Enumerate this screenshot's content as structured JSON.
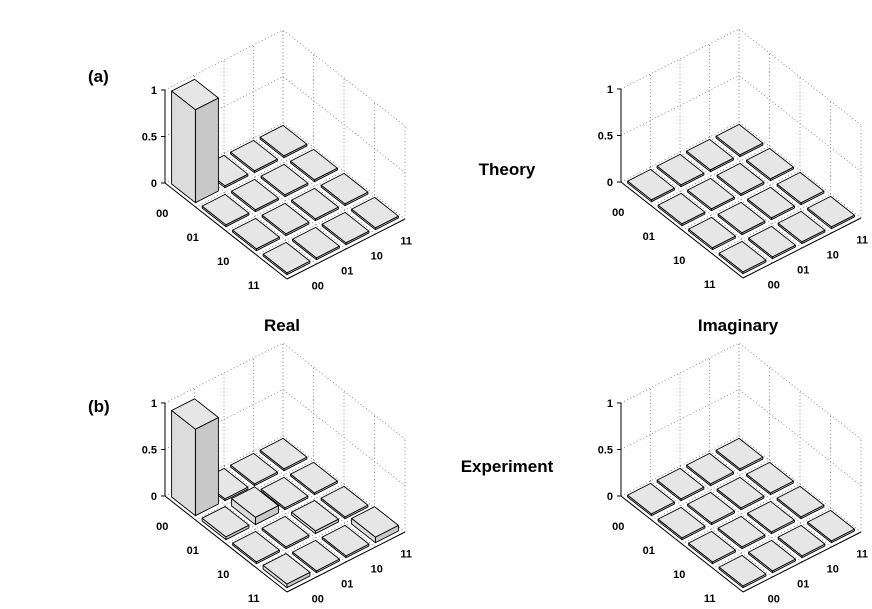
{
  "figure": {
    "panel_a_label": "(a)",
    "panel_b_label": "(b)",
    "row_a_title": "Theory",
    "row_b_title": "Experiment",
    "col_left_title": "Real",
    "col_right_title": "Imaginary"
  },
  "chart_data": [
    {
      "id": "theory-real",
      "type": "bar3d",
      "row_labels": [
        "00",
        "01",
        "10",
        "11"
      ],
      "col_labels": [
        "00",
        "01",
        "10",
        "11"
      ],
      "zlim": [
        0,
        1
      ],
      "z_ticks": [
        "0",
        "0.5",
        "1"
      ],
      "grid": true,
      "values": [
        [
          1,
          0,
          0,
          0
        ],
        [
          0,
          0,
          0,
          0
        ],
        [
          0,
          0,
          0,
          0
        ],
        [
          0,
          0,
          0,
          0
        ]
      ]
    },
    {
      "id": "theory-imaginary",
      "type": "bar3d",
      "row_labels": [
        "00",
        "01",
        "10",
        "11"
      ],
      "col_labels": [
        "00",
        "01",
        "10",
        "11"
      ],
      "zlim": [
        0,
        1
      ],
      "z_ticks": [
        "0",
        "0.5",
        "1"
      ],
      "grid": true,
      "values": [
        [
          0,
          0,
          0,
          0
        ],
        [
          0,
          0,
          0,
          0
        ],
        [
          0,
          0,
          0,
          0
        ],
        [
          0,
          0,
          0,
          0
        ]
      ]
    },
    {
      "id": "experiment-real",
      "type": "bar3d",
      "row_labels": [
        "00",
        "01",
        "10",
        "11"
      ],
      "col_labels": [
        "00",
        "01",
        "10",
        "11"
      ],
      "zlim": [
        0,
        1
      ],
      "z_ticks": [
        "0",
        "0.5",
        "1"
      ],
      "grid": true,
      "values": [
        [
          0.93,
          0.02,
          0.01,
          0.0
        ],
        [
          0.03,
          0.08,
          0.02,
          0.01
        ],
        [
          0.0,
          0.01,
          0.03,
          0.02
        ],
        [
          0.04,
          0.0,
          0.02,
          0.06
        ]
      ]
    },
    {
      "id": "experiment-imaginary",
      "type": "bar3d",
      "row_labels": [
        "00",
        "01",
        "10",
        "11"
      ],
      "col_labels": [
        "00",
        "01",
        "10",
        "11"
      ],
      "zlim": [
        0,
        1
      ],
      "z_ticks": [
        "0",
        "0.5",
        "1"
      ],
      "grid": true,
      "values": [
        [
          0.0,
          0.01,
          0.0,
          0.0
        ],
        [
          0.0,
          0.0,
          0.01,
          0.0
        ],
        [
          0.0,
          0.0,
          0.01,
          0.02
        ],
        [
          0.01,
          0.0,
          0.0,
          0.01
        ]
      ]
    }
  ]
}
